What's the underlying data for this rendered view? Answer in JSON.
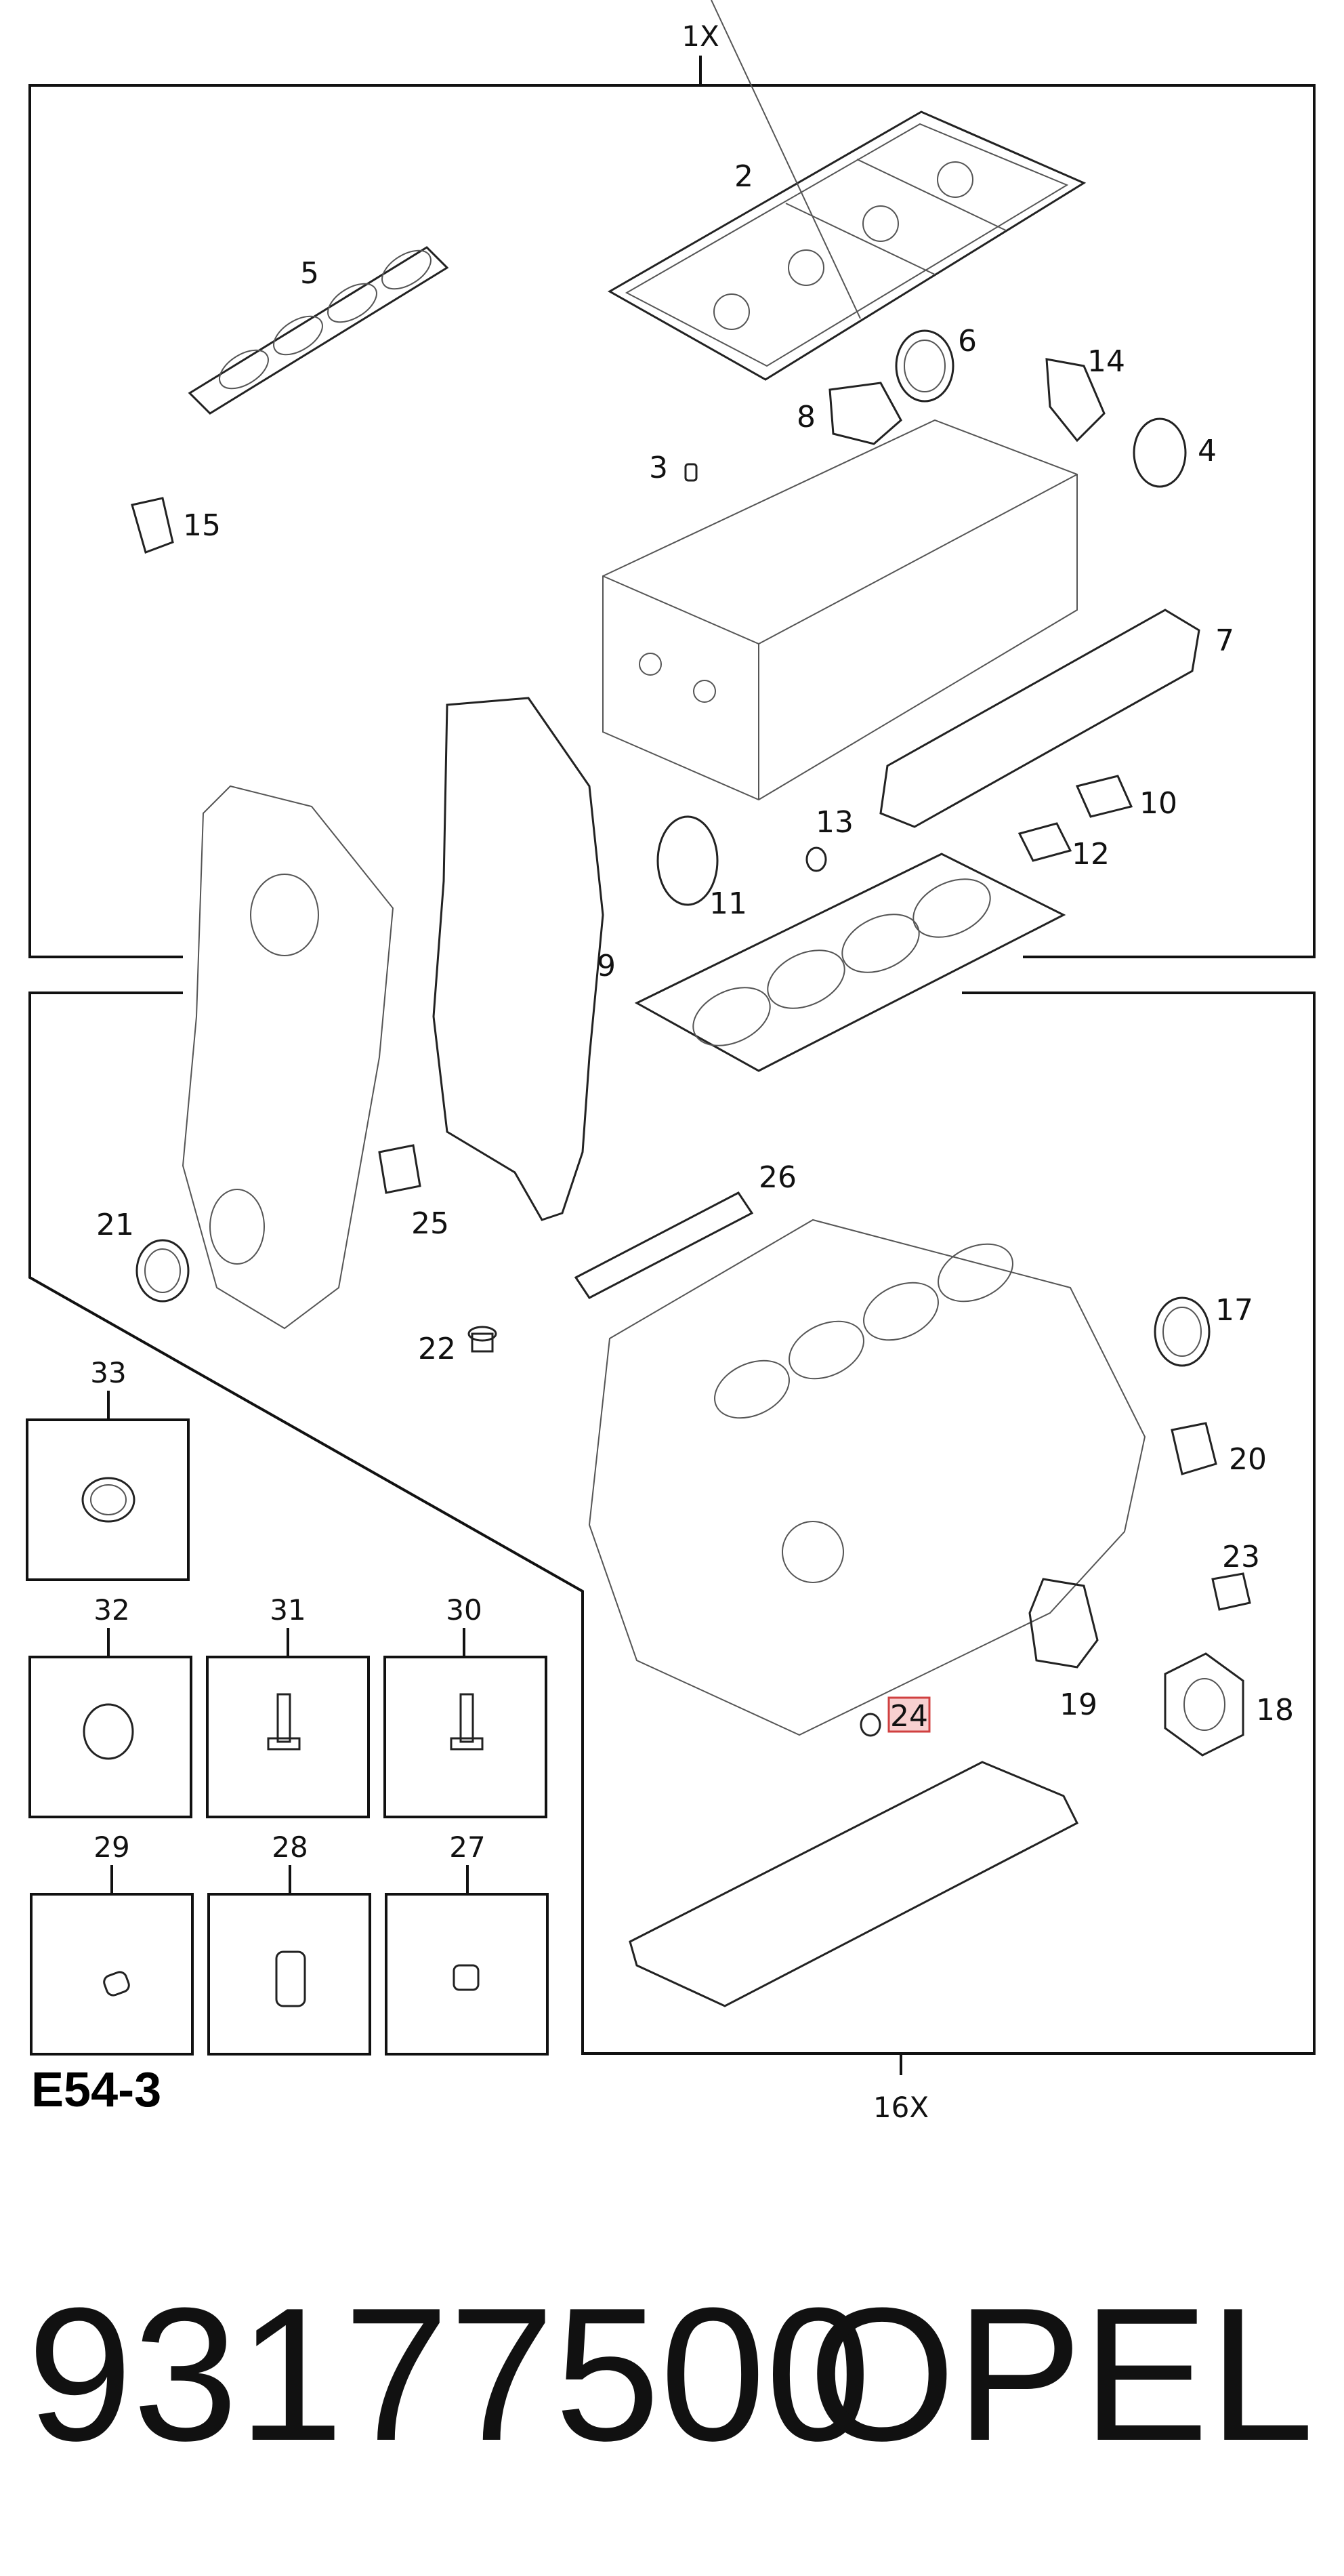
{
  "quantities": {
    "top": "1X",
    "bottom": "16X"
  },
  "figure_code": "E54-3",
  "part_number": "93177500",
  "brand": "OPEL",
  "highlighted_callout": "24",
  "callouts": [
    {
      "n": "2"
    },
    {
      "n": "3"
    },
    {
      "n": "4"
    },
    {
      "n": "5"
    },
    {
      "n": "6"
    },
    {
      "n": "7"
    },
    {
      "n": "8"
    },
    {
      "n": "9"
    },
    {
      "n": "10"
    },
    {
      "n": "11"
    },
    {
      "n": "12"
    },
    {
      "n": "13"
    },
    {
      "n": "14"
    },
    {
      "n": "15"
    },
    {
      "n": "17"
    },
    {
      "n": "18"
    },
    {
      "n": "19"
    },
    {
      "n": "20"
    },
    {
      "n": "21"
    },
    {
      "n": "22"
    },
    {
      "n": "23"
    },
    {
      "n": "24"
    },
    {
      "n": "25"
    },
    {
      "n": "26"
    }
  ],
  "boxed_parts": [
    "33",
    "32",
    "31",
    "30",
    "29",
    "28",
    "27"
  ]
}
